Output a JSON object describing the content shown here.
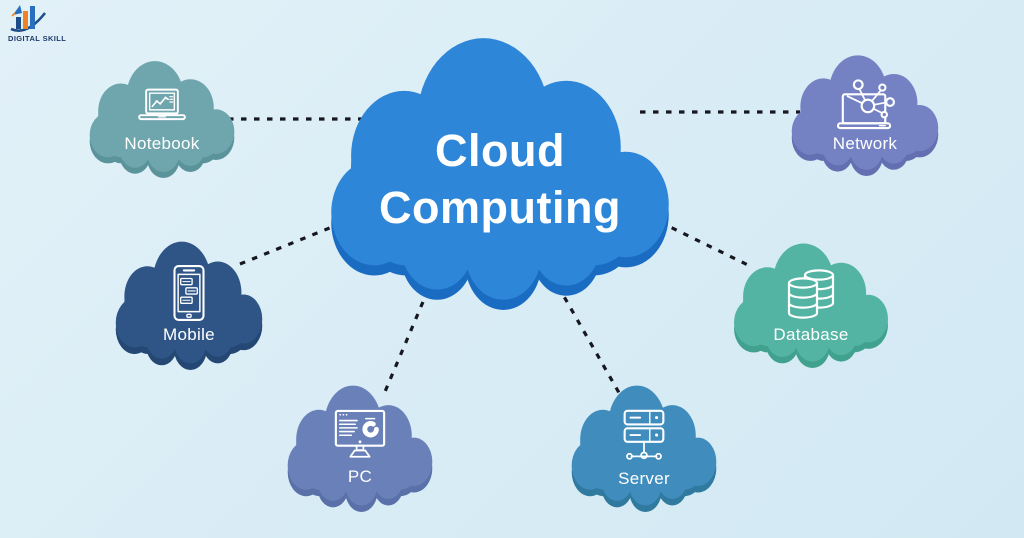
{
  "logo": {
    "text": "DIGITAL SKILL",
    "color": "#1d3a6e"
  },
  "center_cloud": {
    "line1": "Cloud",
    "line2": "Computing",
    "fill": "#2d86d8",
    "shade": "#1a6cc2",
    "text_color": "#ffffff"
  },
  "connector": {
    "color": "#17171f"
  },
  "colors": {
    "background": "#d8ecf5",
    "icon_stroke": "#ffffff"
  },
  "nodes": [
    {
      "label": "Notebook",
      "icon": "laptop-chart-icon",
      "fill": "#6fa6ad",
      "shade": "#5b939b"
    },
    {
      "label": "Network",
      "icon": "laptop-network-icon",
      "fill": "#7482c4",
      "shade": "#6270b2"
    },
    {
      "label": "Mobile",
      "icon": "smartphone-chat-icon",
      "fill": "#2e5586",
      "shade": "#244873"
    },
    {
      "label": "Database",
      "icon": "database-cylinders-icon",
      "fill": "#53b4a4",
      "shade": "#41a18f"
    },
    {
      "label": "PC",
      "icon": "desktop-monitor-icon",
      "fill": "#6a80b8",
      "shade": "#5a70a8"
    },
    {
      "label": "Server",
      "icon": "server-rack-icon",
      "fill": "#3f8cbd",
      "shade": "#30799f"
    }
  ]
}
